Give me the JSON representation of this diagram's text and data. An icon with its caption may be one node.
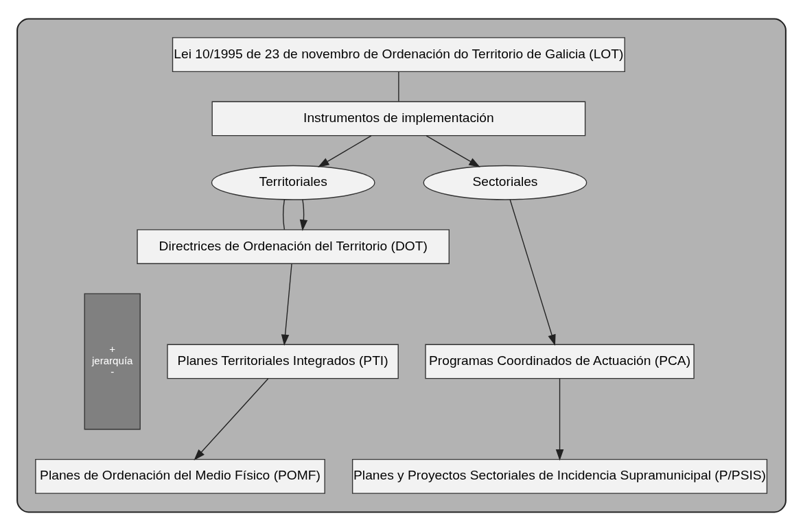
{
  "diagram": {
    "nodes": [
      {
        "text": [],
        "shape": "box"
      },
      {
        "text": [
          "Lei 10/1995 de 23 de novembro de Ordenación do Territorio de Galicia (LOT)"
        ],
        "in": 0
      },
      {
        "text": [
          "Instrumentos de implementación"
        ],
        "in": 0
      },
      {
        "text": [
          "Territoriales"
        ],
        "in": 0
      },
      {
        "text": [
          "Sectoriales"
        ],
        "in": 0
      },
      {
        "text": [
          "+",
          "jerarquía",
          "-"
        ],
        "in": 0
      },
      {
        "text": [
          "Directrices de Ordenación del Territorio (DOT)"
        ],
        "in": 0
      },
      {
        "text": [
          "Planes Territoriales Integrados (PTI)"
        ],
        "in": 0
      },
      {
        "text": [
          "Programas Coordinados de Actuación (PCA)"
        ],
        "in": 0
      },
      {
        "text": [
          "Planes de Ordenación del Medio Físico (POMF)"
        ],
        "in": 0
      },
      {
        "text": [
          "Planes y Proyectos Sectoriales de Incidencia Supramunicipal (P/PSIS)"
        ],
        "in": 0
      }
    ],
    "edges": [
      {
        "from": 1,
        "to": 2,
        "arrow": "none"
      },
      {
        "from": 2,
        "to": 3,
        "arrow": "to"
      },
      {
        "from": 2,
        "to": 4,
        "arrow": "to"
      },
      {
        "from": 3,
        "to": 6,
        "arrow": "none"
      },
      {
        "from": 3,
        "to": 6,
        "arrow": "to"
      },
      {
        "from": 4,
        "to": 8,
        "arrow": "to"
      },
      {
        "from": 6,
        "to": 7,
        "arrow": "to"
      },
      {
        "from": 7,
        "to": 9,
        "arrow": "to"
      },
      {
        "from": 8,
        "to": 10,
        "arrow": "to"
      }
    ]
  }
}
